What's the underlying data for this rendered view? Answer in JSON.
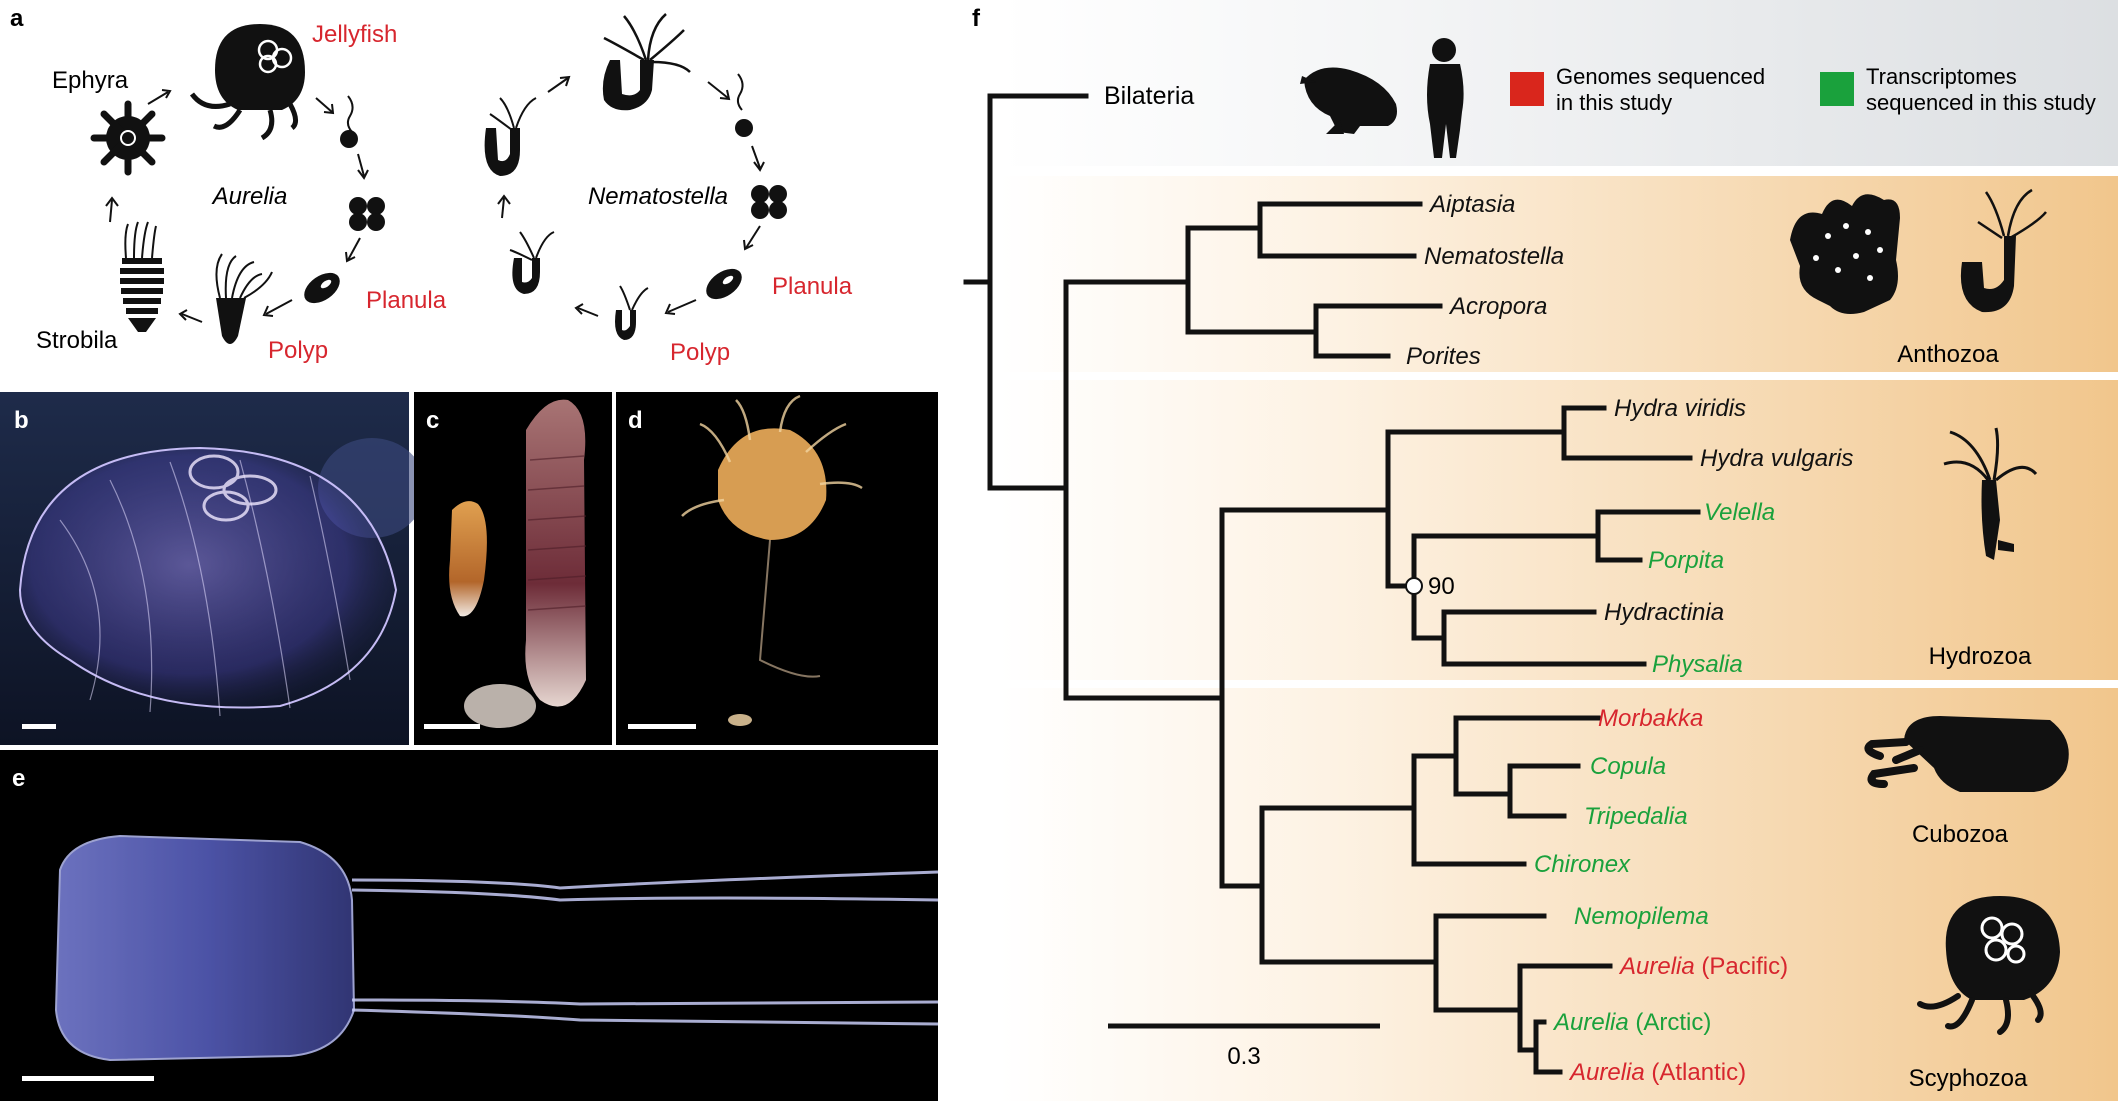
{
  "colors": {
    "red": "#d7262e",
    "green": "#1aa13c",
    "black": "#111111",
    "legend_red": "#d9261c",
    "legend_green": "#1aa13c",
    "band_gray": "#e2e4e6",
    "band_orange": "#f1c68c"
  },
  "panel_a": {
    "label": "a",
    "aurelia_cycle": {
      "center_label": "Aurelia",
      "stages": [
        "Ephyra",
        "Jellyfish",
        "Planula",
        "Polyp",
        "Strobila"
      ]
    },
    "nematostella_cycle": {
      "center_label": "Nematostella",
      "stages": [
        "Planula",
        "Polyp"
      ]
    }
  },
  "panel_b": {
    "label": "b"
  },
  "panel_c": {
    "label": "c"
  },
  "panel_d": {
    "label": "d"
  },
  "panel_e": {
    "label": "e"
  },
  "panel_f": {
    "label": "f",
    "legend": [
      {
        "text_line1": "Genomes sequenced",
        "text_line2": "in this study",
        "color": "red"
      },
      {
        "text_line1": "Transcriptomes",
        "text_line2": "sequenced in this study",
        "color": "green"
      }
    ],
    "outgroup": "Bilateria",
    "clades": [
      "Anthozoa",
      "Hydrozoa",
      "Cubozoa",
      "Scyphozoa"
    ],
    "taxa": [
      {
        "name": "Aiptasia",
        "suffix": "",
        "color": "black"
      },
      {
        "name": "Nematostella",
        "suffix": "",
        "color": "black"
      },
      {
        "name": "Acropora",
        "suffix": "",
        "color": "black"
      },
      {
        "name": "Porites",
        "suffix": "",
        "color": "black"
      },
      {
        "name": "Hydra viridis",
        "suffix": "",
        "color": "black"
      },
      {
        "name": "Hydra vulgaris",
        "suffix": "",
        "color": "black"
      },
      {
        "name": "Velella",
        "suffix": "",
        "color": "green"
      },
      {
        "name": "Porpita",
        "suffix": "",
        "color": "green"
      },
      {
        "name": "Hydractinia",
        "suffix": "",
        "color": "black"
      },
      {
        "name": "Physalia",
        "suffix": "",
        "color": "green"
      },
      {
        "name": "Morbakka",
        "suffix": "",
        "color": "red"
      },
      {
        "name": "Copula",
        "suffix": "",
        "color": "green"
      },
      {
        "name": "Tripedalia",
        "suffix": "",
        "color": "green"
      },
      {
        "name": "Chironex",
        "suffix": "",
        "color": "green"
      },
      {
        "name": "Nemopilema",
        "suffix": "",
        "color": "green"
      },
      {
        "name": "Aurelia",
        "suffix": " (Pacific)",
        "color": "red"
      },
      {
        "name": "Aurelia",
        "suffix": " (Arctic)",
        "color": "green"
      },
      {
        "name": "Aurelia",
        "suffix": " (Atlantic)",
        "color": "red"
      }
    ],
    "node_support": "90",
    "scale_bar_label": "0.3"
  }
}
